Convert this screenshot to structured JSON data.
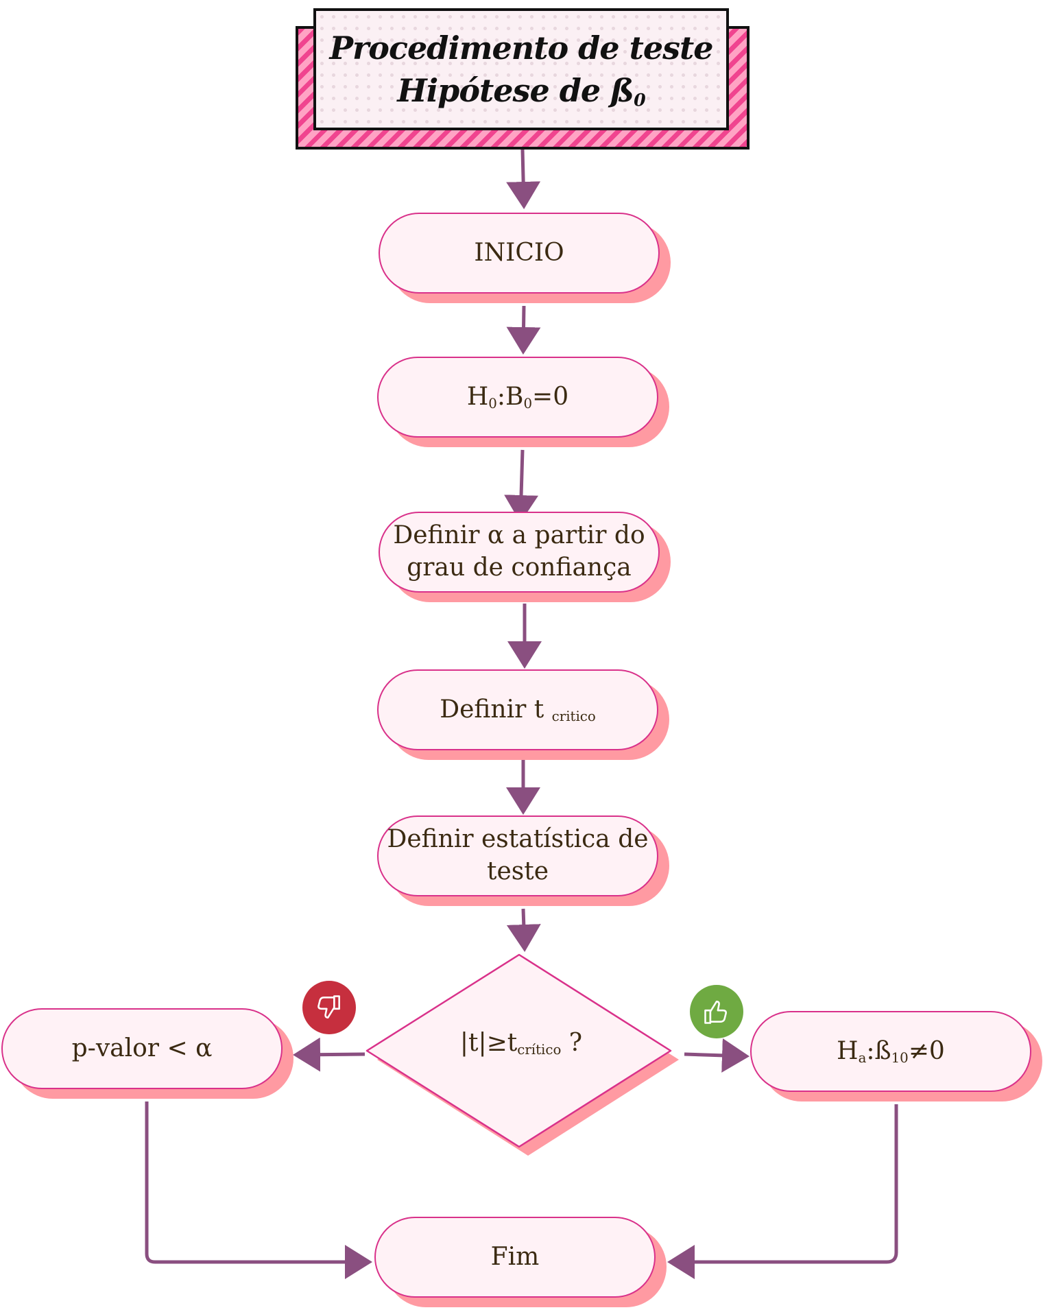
{
  "title": {
    "line1": "Procedimento de teste",
    "line2": "Hipótese de ß",
    "line2_sub": "0"
  },
  "nodes": {
    "inicio": "INICIO",
    "h0": {
      "main": "H",
      "sub1": "0",
      "mid": ":B",
      "sub2": "0",
      "tail": "=0"
    },
    "alpha": {
      "line1": "Definir α a partir do",
      "line2": "grau de confiança"
    },
    "tcrit": {
      "main": "Definir t ",
      "sub": "critico"
    },
    "stat": {
      "line1": "Definir estatística de",
      "line2": "teste"
    },
    "decision": {
      "main": "|t|≥t",
      "sub": "crítico",
      "tail": " ?"
    },
    "pvalor": "p-valor < α",
    "ha": {
      "main": "H",
      "sub1": "a",
      "mid": ":ß",
      "sub2": "10",
      "tail": "≠0"
    },
    "fim": "Fim"
  },
  "badges": {
    "no": "thumbs-down-icon",
    "yes": "thumbs-up-icon"
  },
  "colors": {
    "arrow": "#8a4f80",
    "border": "#d9318a",
    "fill": "#fff2f6",
    "shadow": "#ff9aa2"
  }
}
